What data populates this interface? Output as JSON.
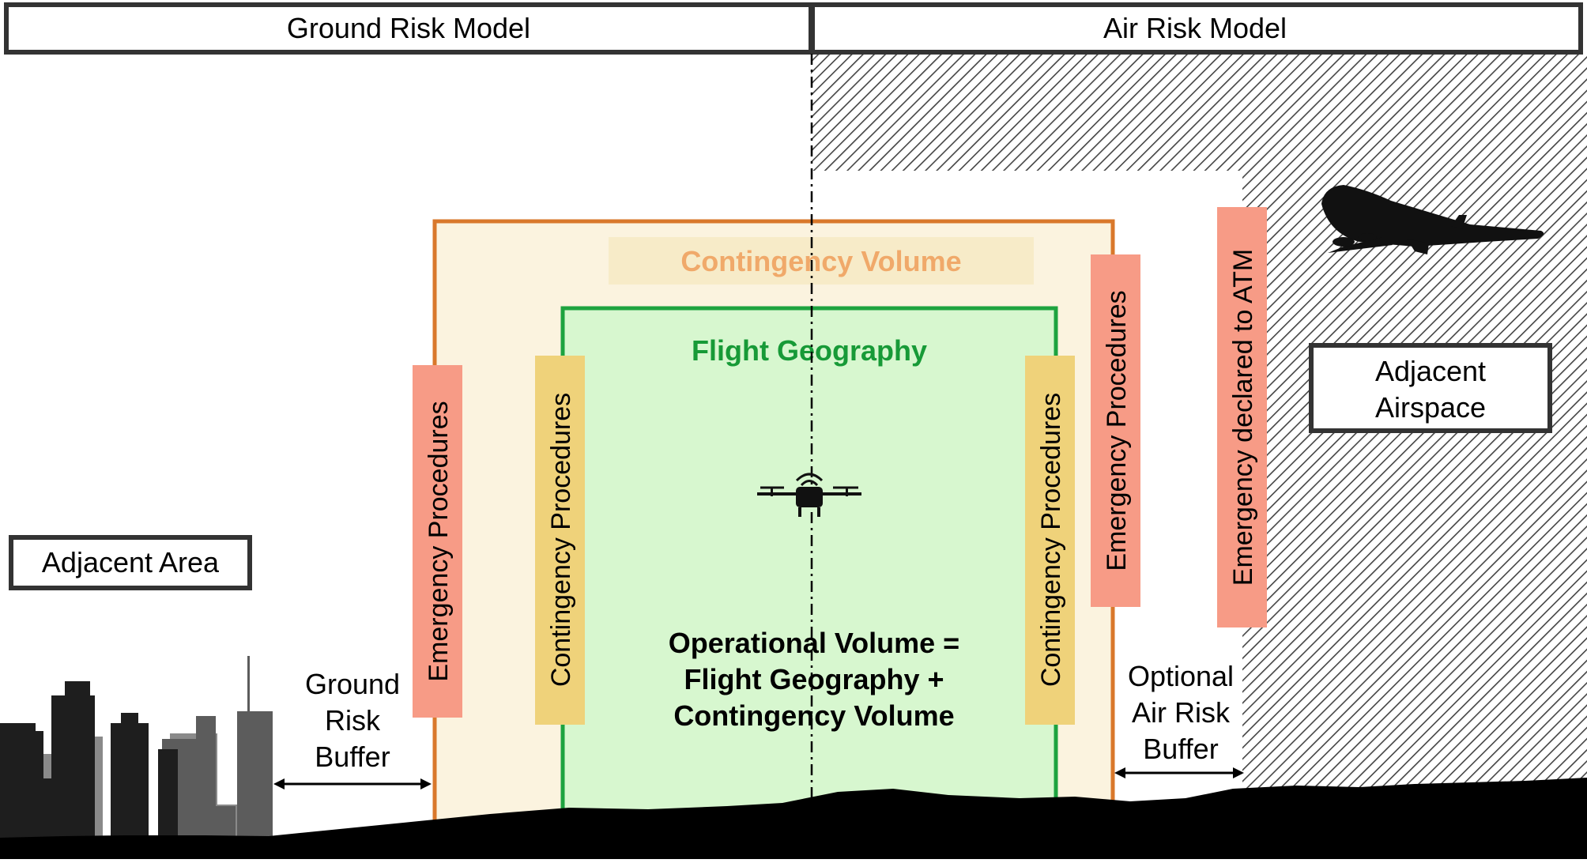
{
  "header": {
    "ground_title": "Ground Risk Model",
    "air_title": "Air Risk Model"
  },
  "boxes": {
    "adjacent_area": "Adjacent Area",
    "adjacent_airspace_line1": "Adjacent",
    "adjacent_airspace_line2": "Airspace"
  },
  "volumes": {
    "contingency_volume": "Contingency Volume",
    "flight_geography": "Flight Geography",
    "operational_line1": "Operational Volume =",
    "operational_line2": "Flight Geography +",
    "operational_line3": "Contingency Volume"
  },
  "procedures": {
    "emergency": "Emergency Procedures",
    "contingency": "Contingency Procedures",
    "emergency_atm": "Emergency declared to ATM"
  },
  "buffers": {
    "ground_line1": "Ground",
    "ground_line2": "Risk",
    "ground_line3": "Buffer",
    "air_line1": "Optional",
    "air_line2": "Air Risk",
    "air_line3": "Buffer"
  },
  "icons": {
    "drone": "drone-icon",
    "airplane": "airplane-icon",
    "city": "city-skyline"
  },
  "colors": {
    "contingency_border": "#d9782b",
    "contingency_fill": "#fbf3df",
    "contingency_label_bg": "#f7ebc8",
    "contingency_text": "#f0a96a",
    "flight_border": "#1da33f",
    "flight_fill": "#d7f7cf",
    "flight_text": "#179a37",
    "emergency_bar": "#f79b86",
    "contingency_bar": "#efd27a",
    "hatch": "#444444",
    "ground": "#000000"
  }
}
